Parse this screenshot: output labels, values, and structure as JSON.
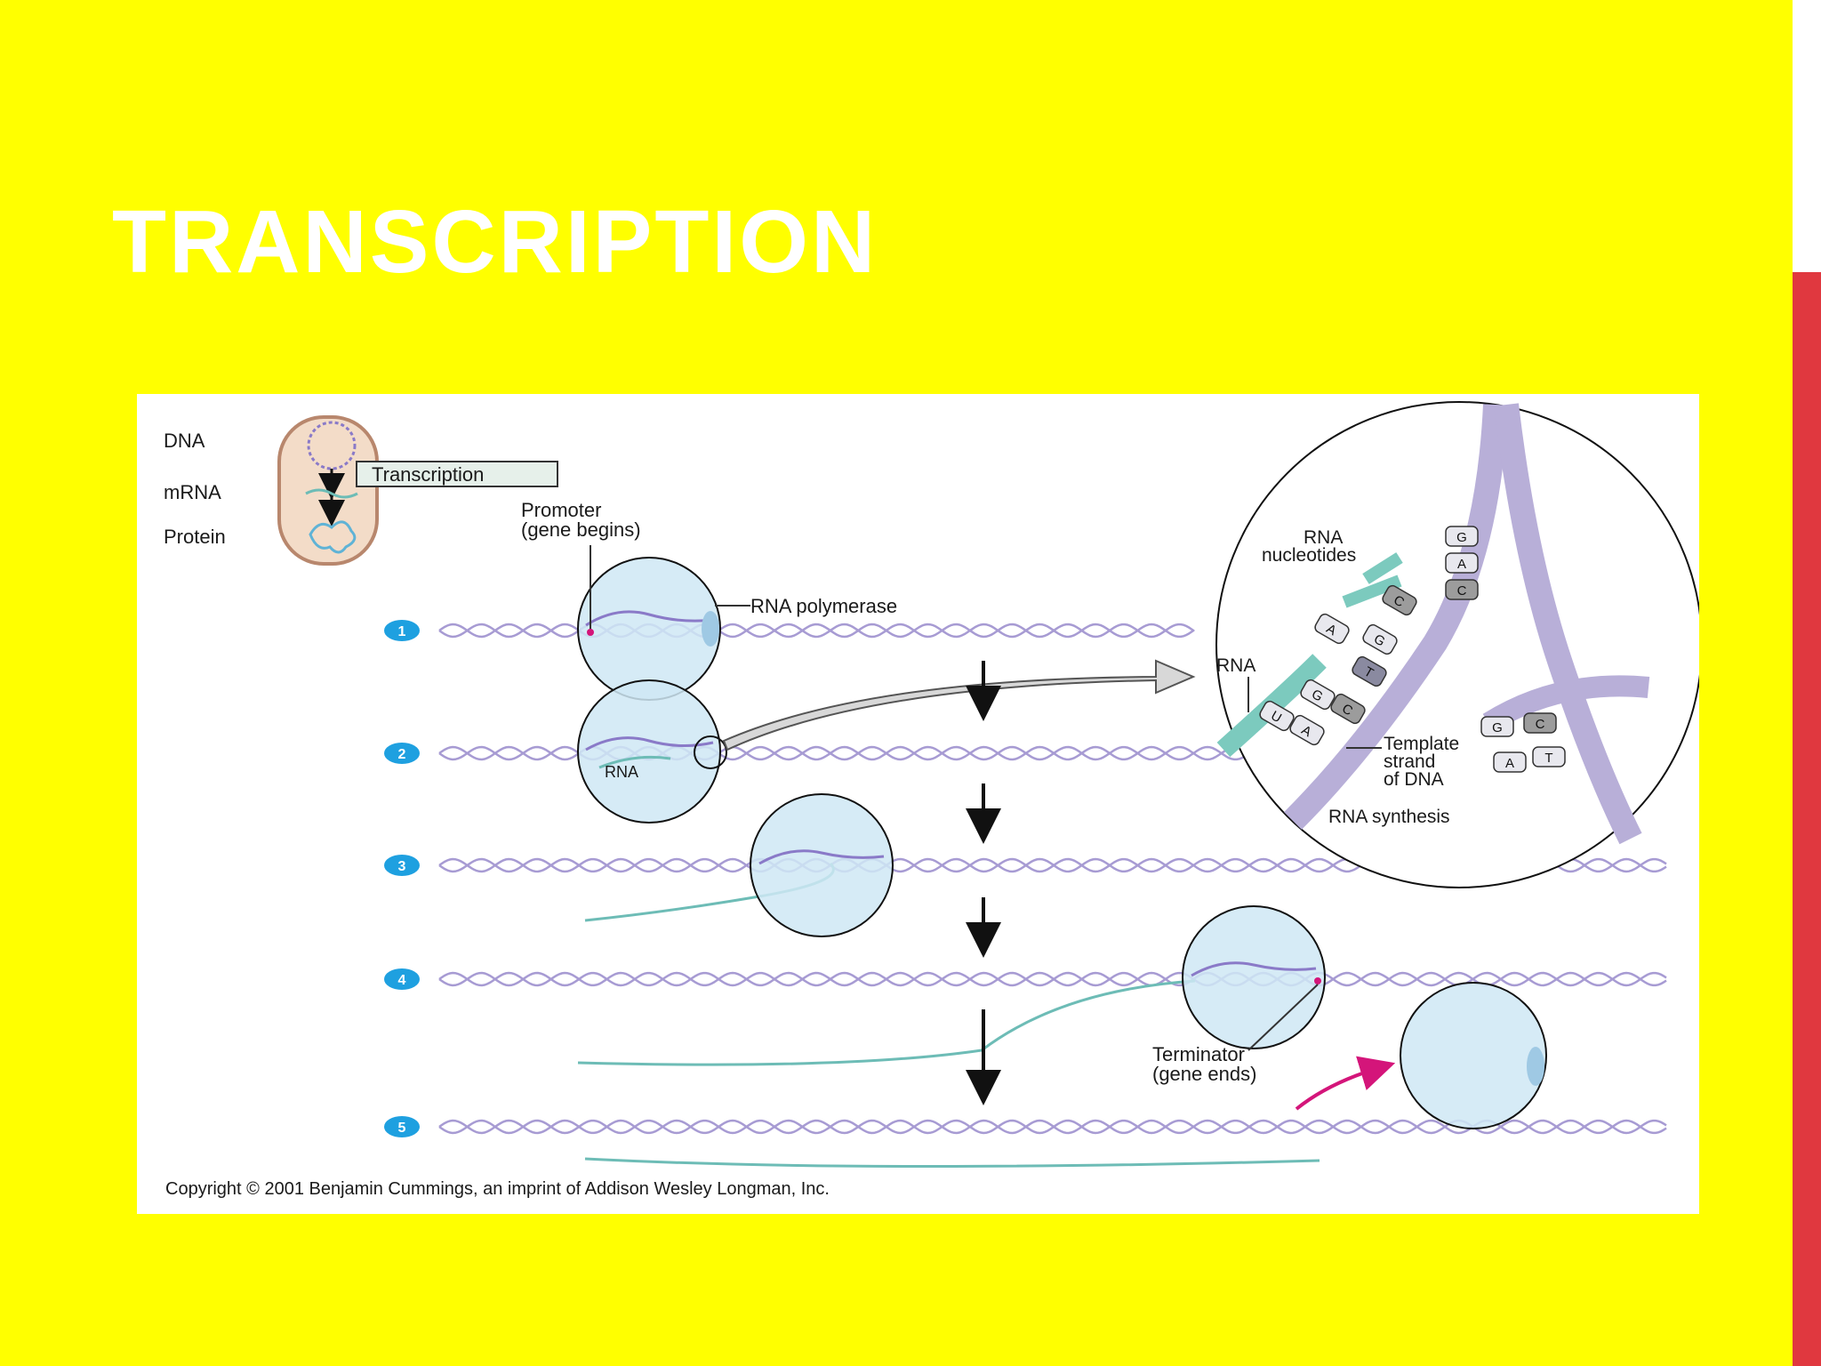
{
  "slide": {
    "title": "TRANSCRIPTION",
    "colors": {
      "background": "#ffff00",
      "accent_bar": "#e0383f",
      "title": "#ffffff"
    }
  },
  "diagram": {
    "inset": {
      "dna": "DNA",
      "mrna": "mRNA",
      "protein": "Protein",
      "transcription": "Transcription"
    },
    "labels": {
      "promoter_1": "Promoter",
      "promoter_2": "(gene begins)",
      "rna_polymerase": "RNA polymerase",
      "rna_step2": "RNA",
      "terminator_1": "Terminator",
      "terminator_2": "(gene ends)"
    },
    "steps": [
      "1",
      "2",
      "3",
      "4",
      "5"
    ],
    "zoom": {
      "rna_nucleotides_1": "RNA",
      "rna_nucleotides_2": "nucleotides",
      "rna": "RNA",
      "template_1": "Template",
      "template_2": "strand",
      "template_3": "of DNA",
      "caption": "RNA synthesis",
      "bases": [
        "G",
        "A",
        "C",
        "C",
        "A",
        "G",
        "T",
        "G",
        "C",
        "U",
        "A",
        "G",
        "C",
        "A",
        "T"
      ]
    },
    "copyright": "Copyright © 2001 Benjamin Cummings, an imprint of Addison Wesley Longman, Inc."
  }
}
